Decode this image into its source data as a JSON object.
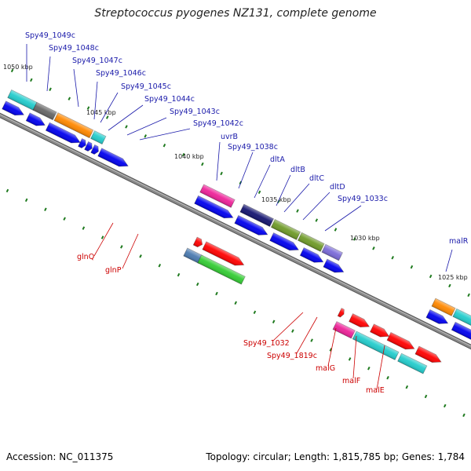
{
  "title": "Streptococcus pyogenes NZ131, complete genome",
  "accession": "Accession: NC_011375",
  "summary": "Topology: circular; Length: 1,815,785 bp; Genes: 1,784",
  "ticks": [
    "1050 kbp",
    "1045 kbp",
    "1040 kbp",
    "1035 kbp",
    "1030 kbp",
    "1025 kbp"
  ],
  "labels_blue": [
    "Spy49_1049c",
    "Spy49_1048c",
    "Spy49_1047c",
    "Spy49_1046c",
    "Spy49_1045c",
    "Spy49_1044c",
    "Spy49_1043c",
    "Spy49_1042c",
    "uvrB",
    "Spy49_1038c",
    "dltA",
    "dltB",
    "dltC",
    "dltD",
    "Spy49_1033c",
    "malR"
  ],
  "labels_red": [
    "glnQ",
    "glnP",
    "Spy49_1032",
    "Spy49_1819c",
    "malG",
    "malF",
    "malE"
  ],
  "colors": {
    "backbone": "#888888",
    "blue_label": "#1a1aaa",
    "red_label": "#cc0000",
    "tick": "#1f7a1f",
    "cds_forward": "#ff0000",
    "cds_reverse": "#0000ee",
    "gene_magenta": "#ee2299",
    "gene_cyan": "#22cccc",
    "gene_orange": "#ff8800",
    "gene_gray": "#666666",
    "gene_navy": "#141470",
    "gene_olive": "#6f9a28",
    "gene_lavender": "#7a6ad8",
    "gene_steel": "#4a7ab0",
    "gene_green": "#33cc33"
  }
}
